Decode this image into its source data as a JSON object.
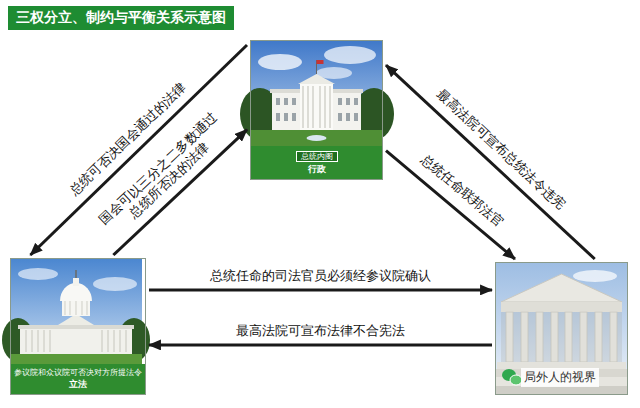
{
  "diagram": {
    "title": "三权分立、制约与平衡关系示意图",
    "nodes": [
      {
        "text": [
          "总统内阁",
          "行政"
        ]
      },
      {
        "text": [
          "参议院和众议院可否决对方所提法令",
          "立法"
        ]
      },
      {
        "text": []
      }
    ],
    "edges": [
      {
        "from": 0,
        "to": 1,
        "label": "总统可否决国会通过的法律",
        "arrow": "to"
      },
      {
        "from": 1,
        "to": 0,
        "label": "国会可以三分之二多数通过 总统所否决的法律",
        "arrow": "to"
      },
      {
        "from": 2,
        "to": 0,
        "label": "最高法院可宣布总统法令违宪",
        "arrow": "to"
      },
      {
        "from": 0,
        "to": 2,
        "label": "总统任命联邦法官",
        "arrow": "to"
      },
      {
        "from": 1,
        "to": 2,
        "label": "总统任命的司法官员必须经参议院确认",
        "arrow": "to"
      },
      {
        "from": 2,
        "to": 1,
        "label": "最高法院可宣布法律不合宪法",
        "arrow": "to"
      }
    ],
    "labels": [
      "局外人的视界"
    ]
  }
}
